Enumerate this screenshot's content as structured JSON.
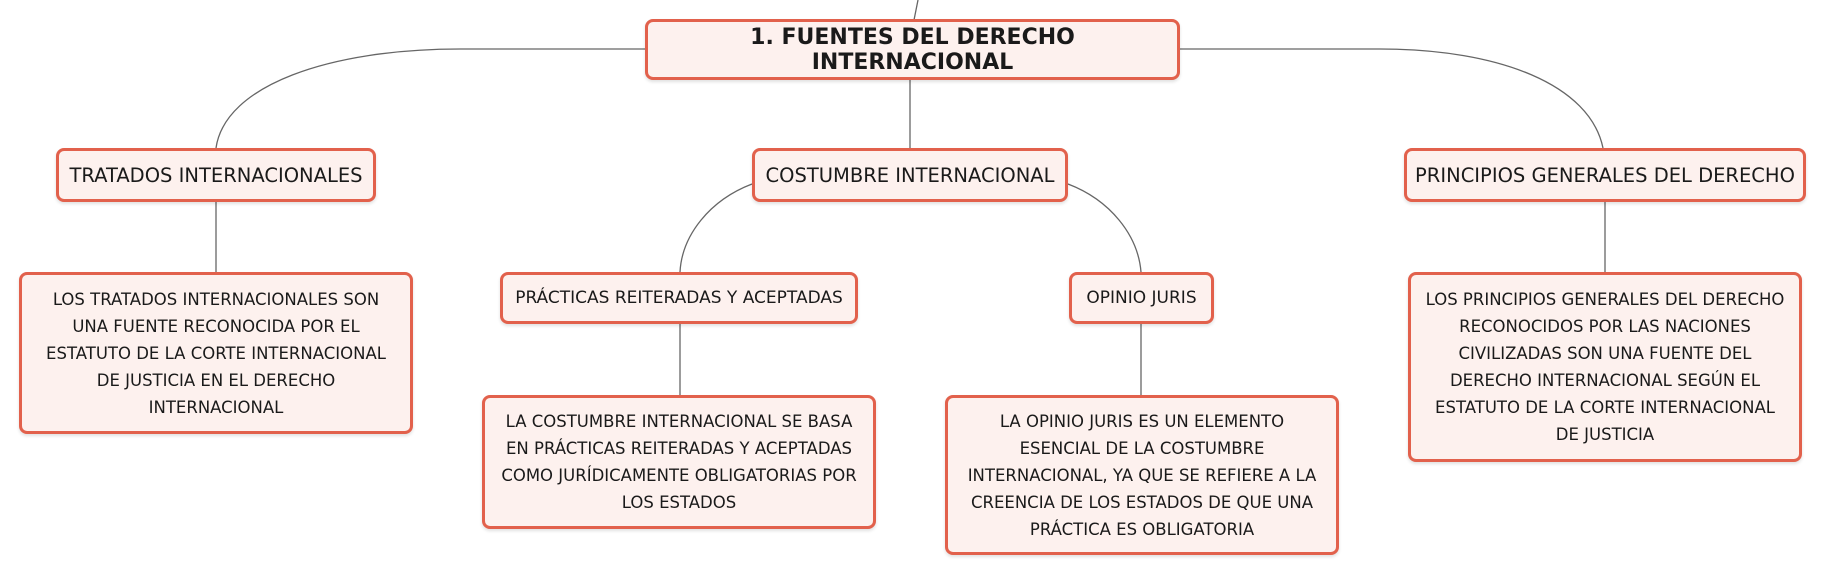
{
  "diagram": {
    "root": {
      "label": "1. FUENTES DEL DERECHO INTERNACIONAL"
    },
    "branches": [
      {
        "label": "TRATADOS INTERNACIONALES",
        "description": "LOS TRATADOS INTERNACIONALES SON UNA FUENTE RECONOCIDA POR EL ESTATUTO DE LA CORTE INTERNACIONAL DE JUSTICIA EN EL DERECHO INTERNACIONAL"
      },
      {
        "label": "COSTUMBRE INTERNACIONAL",
        "children": [
          {
            "label": "PRÁCTICAS REITERADAS Y ACEPTADAS",
            "description": "LA COSTUMBRE INTERNACIONAL SE BASA EN PRÁCTICAS REITERADAS Y ACEPTADAS COMO JURÍDICAMENTE OBLIGATORIAS POR LOS ESTADOS"
          },
          {
            "label": "OPINIO JURIS",
            "description": "LA OPINIO JURIS ES UN ELEMENTO ESENCIAL DE LA COSTUMBRE INTERNACIONAL, YA QUE SE REFIERE A LA CREENCIA DE LOS ESTADOS DE QUE UNA PRÁCTICA ES OBLIGATORIA"
          }
        ]
      },
      {
        "label": "PRINCIPIOS GENERALES DEL DERECHO",
        "description": "LOS PRINCIPIOS GENERALES DEL DERECHO RECONOCIDOS POR LAS NACIONES CIVILIZADAS SON UNA FUENTE DEL DERECHO INTERNACIONAL SEGÚN EL ESTATUTO DE LA CORTE INTERNACIONAL DE JUSTICIA"
      }
    ],
    "colors": {
      "node_border": "#e2614c",
      "node_fill": "#fdf1ee",
      "connector": "#666666",
      "text": "#1a1a1a"
    }
  }
}
